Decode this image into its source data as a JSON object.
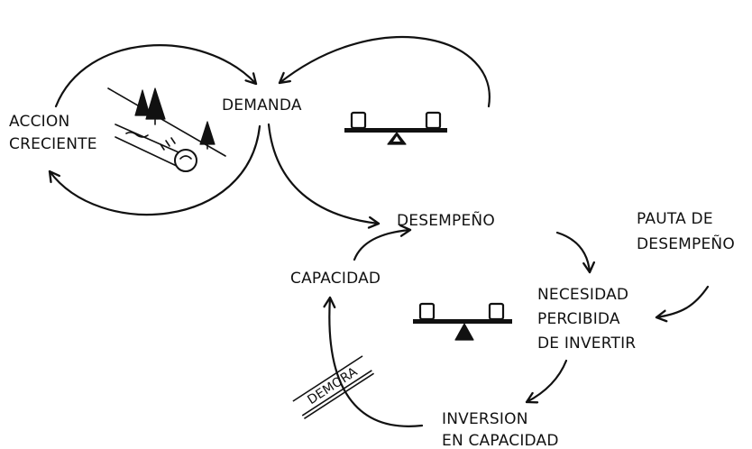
{
  "diagram": {
    "labels": {
      "accion_line1": "ACCION",
      "accion_line2": "CRECIENTE",
      "demanda": "DEMANDA",
      "desempeno": "DESEMPEÑO",
      "pauta_line1": "PAUTA DE",
      "pauta_line2": "DESEMPEÑO",
      "capacidad": "CAPACIDAD",
      "necesidad_line1": "NECESIDAD",
      "necesidad_line2": "PERCIBIDA",
      "necesidad_line3": "DE  INVERTIR",
      "demora": "DEMORA",
      "inversion_line1": "INVERSION",
      "inversion_line2": "EN CAPACIDAD"
    },
    "icons": {
      "reinforcing_loop": "snowball-rolling-downhill-icon",
      "balancing_loop_upper": "seesaw-balance-icon",
      "balancing_loop_lower": "seesaw-balance-icon",
      "delay_marker": "delay-marker-icon"
    },
    "colors": {
      "ink": "#111111",
      "background": "#ffffff"
    }
  }
}
